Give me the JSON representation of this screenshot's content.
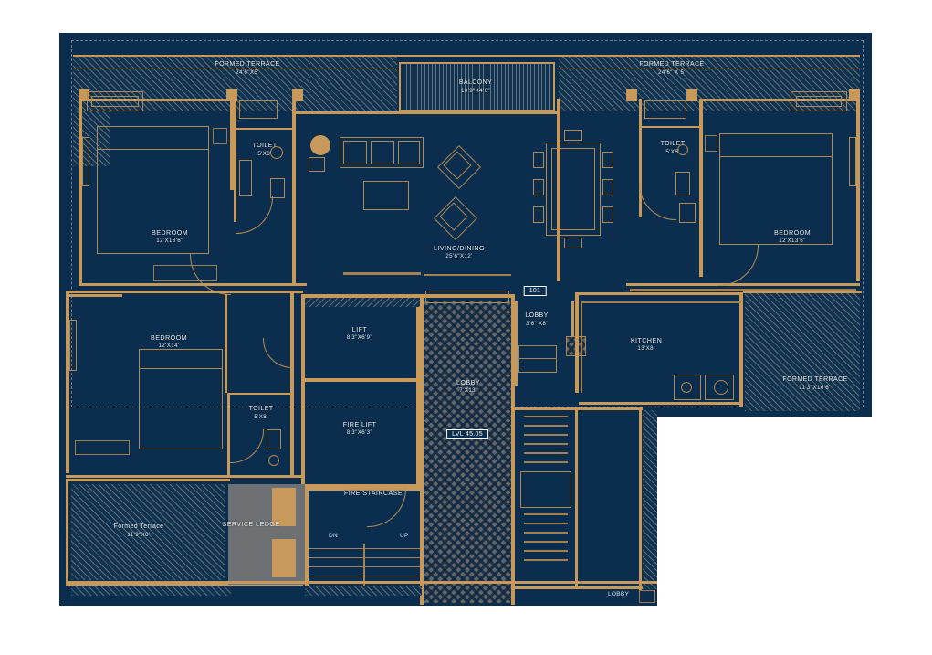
{
  "document": {
    "type": "architectural-floor-plan",
    "unit_number": "101",
    "level_marker": "LVL 45.05",
    "background_color": "#0c2e4e",
    "line_color": "#c79a5c",
    "text_color": "#e7edf2",
    "hatch_color": "#6d7174"
  },
  "rooms": [
    {
      "id": "terrace-top-left",
      "name": "FORMED TERRACE",
      "dim": "24'6\"X5'"
    },
    {
      "id": "terrace-top-right",
      "name": "FORMED TERRACE",
      "dim": "24'6\" X 5'"
    },
    {
      "id": "balcony",
      "name": "BALCONY",
      "dim": "10'9\"X4'6\""
    },
    {
      "id": "toilet-top-left",
      "name": "TOILET",
      "dim": "5'X8'"
    },
    {
      "id": "toilet-top-right",
      "name": "TOILET",
      "dim": "5'X6'"
    },
    {
      "id": "bedroom-top-left",
      "name": "BEDROOM",
      "dim": "12'X13'6\""
    },
    {
      "id": "bedroom-top-right",
      "name": "BEDROOM",
      "dim": "12'X13'6\""
    },
    {
      "id": "bedroom-mid-left",
      "name": "BEDROOM",
      "dim": "12'X14'"
    },
    {
      "id": "living-dining",
      "name": "LIVING/DINING",
      "dim": "25'6\"X12'"
    },
    {
      "id": "lift",
      "name": "LIFT",
      "dim": "8'3\"X6'9\""
    },
    {
      "id": "fire-lift",
      "name": "FIRE LIFT",
      "dim": "8'3\"X6'3\""
    },
    {
      "id": "lobby-main",
      "name": "LOBBY",
      "dim": "7'X13'"
    },
    {
      "id": "lobby-unit",
      "name": "LOBBY",
      "dim": "3'6\" X8'"
    },
    {
      "id": "kitchen",
      "name": "KITCHEN",
      "dim": "13'X8'"
    },
    {
      "id": "toilet-mid-left",
      "name": "TOILET",
      "dim": "5'X8'"
    },
    {
      "id": "terrace-right",
      "name": "FORMED TERRACE",
      "dim": "11'3\"X16'6\""
    },
    {
      "id": "terrace-bottom-left",
      "name": "Formed Terrace",
      "dim": "11'9\"X8'"
    }
  ],
  "annotations": {
    "service_ledge": "SERVICE LEDGE",
    "fire_staircase": "FIRE STAIRCASE",
    "stair_down": "DN",
    "stair_up": "UP",
    "lobby_bottom": "LOBBY",
    "unit_tag": "101",
    "level_tag": "LVL 45.05"
  }
}
